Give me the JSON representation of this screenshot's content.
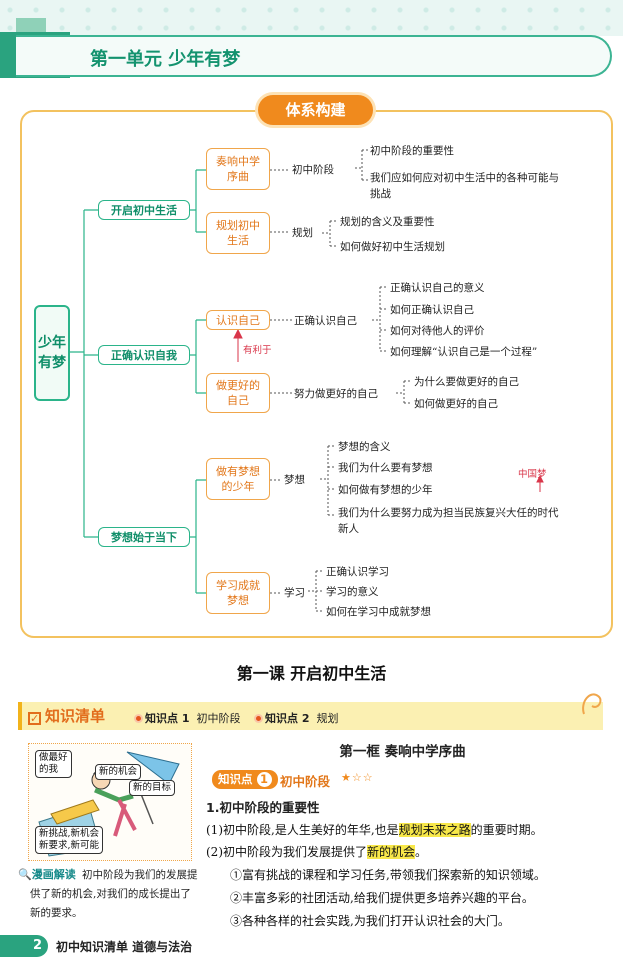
{
  "unit": {
    "title": "第一单元  少年有梦"
  },
  "system": {
    "badge": "体系构建",
    "root": "少年有梦",
    "l1": [
      "开启初中生活",
      "正确认识自我",
      "梦想始于当下"
    ],
    "l2": {
      "b1": "奏响中学序曲",
      "b2": "规划初中生活",
      "b3": "认识自己",
      "b4": "做更好的自己",
      "b5": "做有梦想的少年",
      "b6": "学习成就梦想"
    },
    "l3": {
      "k1": "初中阶段",
      "k2": "规划",
      "k3": "正确认识自己",
      "k4": "努力做更好的自己",
      "k5": "梦想",
      "k6": "学习"
    },
    "leaves": {
      "a1": "初中阶段的重要性",
      "a2a": "我们应如何应对初中生活中的各种可能与",
      "a2b": "挑战",
      "b1": "规划的含义及重要性",
      "b2": "如何做好初中生活规划",
      "c1": "正确认识自己的意义",
      "c2": "如何正确认识自己",
      "c3": "如何对待他人的评价",
      "c4": "如何理解“认识自己是一个过程”",
      "d1": "为什么要做更好的自己",
      "d2": "如何做更好的自己",
      "e1": "梦想的含义",
      "e2": "我们为什么要有梦想",
      "e3": "如何做有梦想的少年",
      "e4a": "我们为什么要努力成为担当民族复兴大任的时代",
      "e4b": "新人",
      "f1": "正确认识学习",
      "f2": "学习的意义",
      "f3": "如何在学习中成就梦想"
    },
    "note_help": "有利于",
    "note_dream": "中国梦"
  },
  "lesson": {
    "title": "第一课    开启初中生活"
  },
  "kbar": {
    "title": "知识清单",
    "item1_label": "知识点 1",
    "item1_text": "初中阶段",
    "item2_label": "知识点 2",
    "item2_text": "规划"
  },
  "comic": {
    "b1a": "做最好",
    "b1b": "的我",
    "b2": "新的机会",
    "b3a": "新的目标",
    "b4a": "新挑战,新机会",
    "b4b": "新要求,新可能",
    "label": "漫画解读",
    "text": "初中阶段为我们的发展提供了新的机会,对我们的成长提出了新的要求。"
  },
  "content": {
    "frame_title": "第一框    奏响中学序曲",
    "kp_label": "知识点",
    "kp_num": "1",
    "kp_name": "初中阶段",
    "kp_stars": "★☆☆",
    "h1": "1.初中阶段的重要性",
    "p1_a": "(1)初中阶段,是人生美好的年华,也是",
    "p1_hl": "规划未来之路",
    "p1_b": "的重要时期。",
    "p2_a": "(2)初中阶段为我们发展提供了",
    "p2_hl": "新的机会",
    "p2_b": "。",
    "s1": "①富有挑战的课程和学习任务,带领我们探索新的知识领域。",
    "s2": "②丰富多彩的社团活动,给我们提供更多培养兴趣的平台。",
    "s3": "③各种各样的社会实践,为我们打开认识社会的大门。"
  },
  "footer": {
    "page": "2",
    "text": "初中知识清单  道德与法治"
  },
  "colors": {
    "green": "#2aa37f",
    "orange": "#f08a1d",
    "yellow_hl": "#f8e84a"
  }
}
